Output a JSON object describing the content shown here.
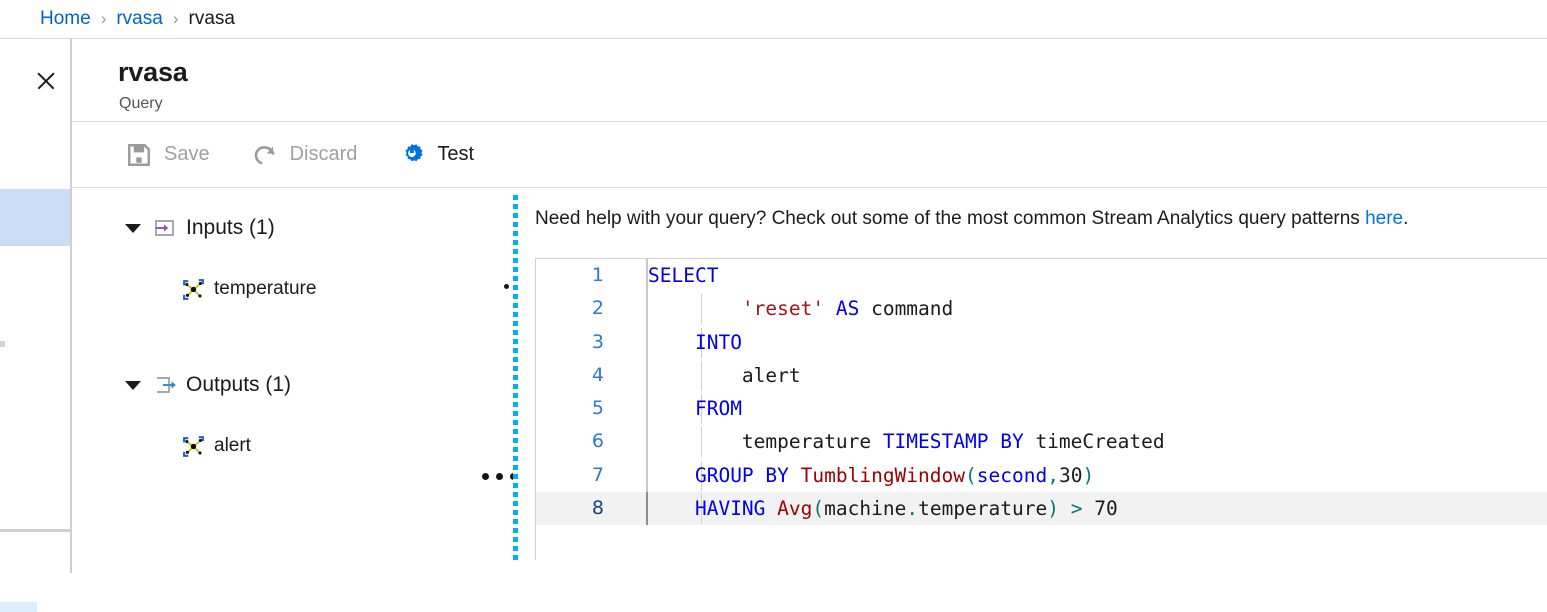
{
  "breadcrumb": {
    "separator": "›",
    "items": [
      {
        "label": "Home",
        "current": false
      },
      {
        "label": "rvasa",
        "current": false
      },
      {
        "label": "rvasa",
        "current": true
      }
    ]
  },
  "blade": {
    "close_icon": "close-icon",
    "title": "rvasa",
    "subtitle": "Query"
  },
  "command_bar": {
    "items": [
      {
        "label": "Save",
        "icon": "save-icon",
        "enabled": false
      },
      {
        "label": "Discard",
        "icon": "discard-icon",
        "enabled": false
      },
      {
        "label": "Test",
        "icon": "test-gear-icon",
        "enabled": true
      }
    ]
  },
  "tree": {
    "groups": [
      {
        "label": "Inputs (1)",
        "icon": "input-arrow-icon",
        "caret": "caret-down-icon",
        "expanded": true,
        "items": [
          {
            "label": "temperature",
            "icon": "stream-node-icon"
          }
        ]
      },
      {
        "label": "Outputs (1)",
        "icon": "output-arrow-icon",
        "caret": "caret-down-icon",
        "expanded": true,
        "items": [
          {
            "label": "alert",
            "icon": "stream-node-icon"
          }
        ]
      }
    ],
    "context_menu_icon": "ellipsis-icon"
  },
  "splitter": {
    "icon": "vertical-resize-handle"
  },
  "query": {
    "help_prefix": "Need help with your query? Check out some of the most common Stream Analytics query patterns ",
    "help_link": "here",
    "help_suffix": ".",
    "active_line": 8,
    "lines": [
      {
        "n": "1",
        "tokens": [
          {
            "t": "SELECT",
            "c": "kw"
          }
        ]
      },
      {
        "n": "2",
        "tokens": [
          {
            "t": "        ",
            "c": "plain"
          },
          {
            "t": "'reset'",
            "c": "str"
          },
          {
            "t": " ",
            "c": "plain"
          },
          {
            "t": "AS",
            "c": "kw"
          },
          {
            "t": " command",
            "c": "plain"
          }
        ]
      },
      {
        "n": "3",
        "tokens": [
          {
            "t": "    ",
            "c": "plain"
          },
          {
            "t": "INTO",
            "c": "kw"
          }
        ]
      },
      {
        "n": "4",
        "tokens": [
          {
            "t": "        alert",
            "c": "plain"
          }
        ]
      },
      {
        "n": "5",
        "tokens": [
          {
            "t": "    ",
            "c": "plain"
          },
          {
            "t": "FROM",
            "c": "kw"
          }
        ]
      },
      {
        "n": "6",
        "tokens": [
          {
            "t": "        temperature ",
            "c": "plain"
          },
          {
            "t": "TIMESTAMP BY",
            "c": "kw"
          },
          {
            "t": " timeCreated",
            "c": "plain"
          }
        ]
      },
      {
        "n": "7",
        "tokens": [
          {
            "t": "    ",
            "c": "plain"
          },
          {
            "t": "GROUP BY",
            "c": "kw"
          },
          {
            "t": " ",
            "c": "plain"
          },
          {
            "t": "TumblingWindow",
            "c": "fn"
          },
          {
            "t": "(",
            "c": "punc"
          },
          {
            "t": "second",
            "c": "kw"
          },
          {
            "t": ",",
            "c": "punc"
          },
          {
            "t": "30",
            "c": "num"
          },
          {
            "t": ")",
            "c": "punc"
          }
        ]
      },
      {
        "n": "8",
        "tokens": [
          {
            "t": "    ",
            "c": "plain"
          },
          {
            "t": "HAVING",
            "c": "kw"
          },
          {
            "t": " ",
            "c": "plain"
          },
          {
            "t": "Avg",
            "c": "fn"
          },
          {
            "t": "(",
            "c": "punc"
          },
          {
            "t": "machine",
            "c": "plain"
          },
          {
            "t": ".",
            "c": "punc"
          },
          {
            "t": "temperature",
            "c": "plain"
          },
          {
            "t": ")",
            "c": "punc"
          },
          {
            "t": " ",
            "c": "plain"
          },
          {
            "t": ">",
            "c": "punc"
          },
          {
            "t": " ",
            "c": "plain"
          },
          {
            "t": "70",
            "c": "num"
          }
        ]
      }
    ]
  },
  "colors": {
    "link": "#0062d1",
    "accent_blue": "#0078d4",
    "splitter": "#00b0f0",
    "rail_selection": "#cbdcf7",
    "keyword": "#0000ee",
    "function": "#a00000",
    "string": "#a31515",
    "punctuation": "#007b7b",
    "active_line_bg": "#f2f2f2"
  }
}
